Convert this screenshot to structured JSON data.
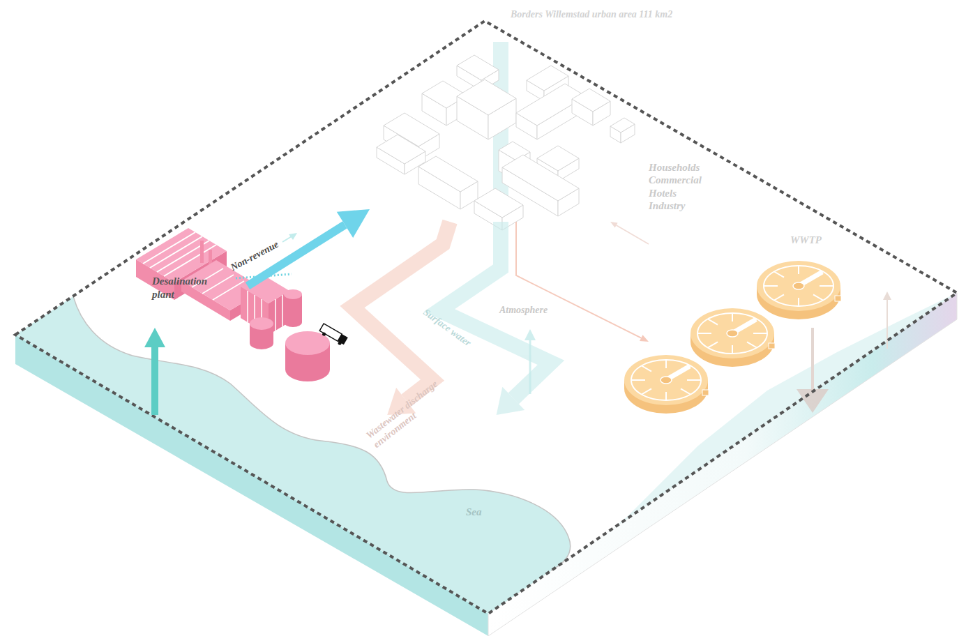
{
  "diagram": {
    "nodes": [
      {
        "text": [
          "Borders Willemstad urban area 111 km2"
        ]
      },
      {
        "text": [
          "Desalination plant"
        ],
        "in": 0
      },
      {
        "text": [
          "Households Commercial Hotels Industry"
        ],
        "in": 0
      },
      {
        "text": [
          "WWTP"
        ],
        "in": 0
      },
      {
        "text": [
          "Sea"
        ]
      }
    ],
    "edges": [
      {
        "from": 4,
        "to": 1,
        "arrow": "to"
      },
      {
        "from": 1,
        "to": 2,
        "arrow": "to"
      },
      {
        "from": 2,
        "to": 3,
        "arrow": "to"
      },
      {
        "from": 3,
        "to": 2,
        "arrow": "to"
      },
      {
        "from": 2,
        "to": 4,
        "label": "Wastewater discharge environment",
        "arrow": "to"
      },
      {
        "from": 2,
        "to": 4,
        "label": "Surface water",
        "arrow": "to"
      }
    ],
    "labels": [
      "Non-revenue",
      "Atmosphere"
    ]
  }
}
